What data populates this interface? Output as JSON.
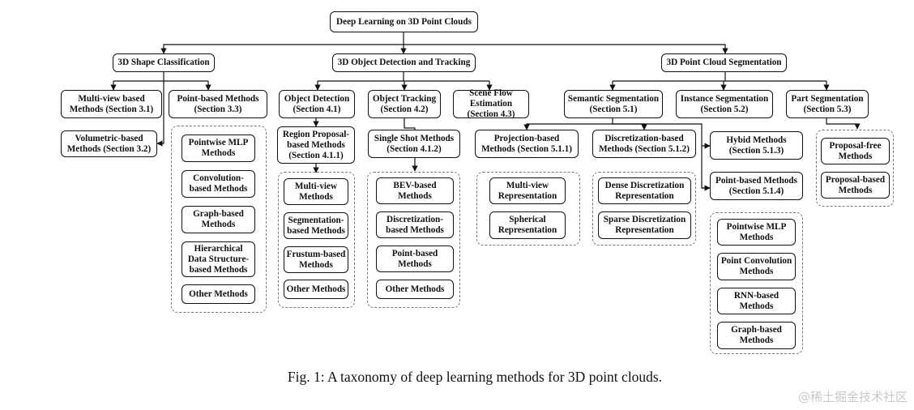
{
  "diagram": {
    "root": "Deep Learning on 3D Point Clouds",
    "level1": {
      "classification": "3D Shape Classification",
      "detection": "3D Object Detection and Tracking",
      "segmentation": "3D Point Cloud Segmentation"
    },
    "classification": {
      "multiview": "Multi-view based\nMethods (Section 3.1)",
      "volumetric": "Volumetric-based\nMethods (Section 3.2)",
      "pointbased": "Point-based Methods\n(Section 3.3)",
      "pointbased_children": [
        "Pointwise MLP\nMethods",
        "Convolution-\nbased Methods",
        "Graph-based\nMethods",
        "Hierarchical\nData Structure-\nbased Methods",
        "Other Methods"
      ]
    },
    "detection": {
      "object_detection": "Object Detection\n(Section 4.1)",
      "region_proposal": "Region Proposal-\nbased Methods\n(Section 4.1.1)",
      "region_children": [
        "Multi-view\nMethods",
        "Segmentation-\nbased Methods",
        "Frustum-based\nMethods",
        "Other Methods"
      ],
      "object_tracking": "Object Tracking\n(Section 4.2)",
      "single_shot": "Single Shot Methods\n(Section 4.1.2)",
      "single_shot_children": [
        "BEV-based\nMethods",
        "Discretization-\nbased Methods",
        "Point-based\nMethods",
        "Other Methods"
      ],
      "scene_flow": "Scene Flow Estimation\n(Section 4.3)"
    },
    "segmentation": {
      "semantic": "Semantic Segmentation\n(Section 5.1)",
      "projection": "Projection-based\nMethods (Section 5.1.1)",
      "projection_children": [
        "Multi-view\nRepresentation",
        "Spherical\nRepresentation"
      ],
      "discretization": "Discretization-based\nMethods (Section 5.1.2)",
      "discretization_children": [
        "Dense Discretization\nRepresentation",
        "Sparse Discretization\nRepresentation"
      ],
      "hybrid": "Hybid Methods\n(Section 5.1.3)",
      "pointbased": "Point-based Methods\n(Section 5.1.4)",
      "pointbased_children": [
        "Pointwise MLP\nMethods",
        "Point Convolution\nMethods",
        "RNN-based\nMethods",
        "Graph-based\nMethods"
      ],
      "instance": "Instance Segmentation\n(Section 5.2)",
      "part": "Part Segmentation\n(Section 5.3)",
      "part_children": [
        "Proposal-free\nMethods",
        "Proposal-based\nMethods"
      ]
    }
  },
  "caption": "Fig. 1: A taxonomy of deep learning methods for 3D point clouds.",
  "watermark": "@稀土掘金技术社区"
}
